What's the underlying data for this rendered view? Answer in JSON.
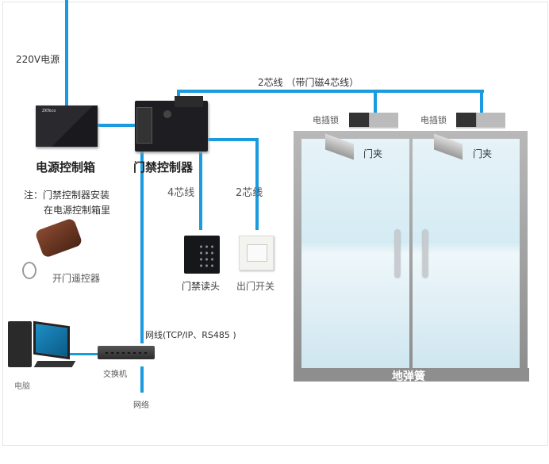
{
  "labels": {
    "power_220v": "220V电源",
    "power_box": "电源控制箱",
    "controller": "门禁控制器",
    "note_line1": "注：门禁控制器安装",
    "note_line2": "在电源控制箱里",
    "remote": "开门遥控器",
    "wire_top": "2芯线 （带门磁4芯线）",
    "wire_4": "4芯线",
    "wire_2": "2芯线",
    "reader": "门禁读头",
    "exit_button": "出门开关",
    "network_cable": "网线(TCP/IP、RS485 )",
    "switch": "交换机",
    "computer": "电脑",
    "network": "网络",
    "lock_1": "电插锁",
    "lock_2": "电插锁",
    "clip_1": "门夹",
    "clip_2": "门夹",
    "floor_spring": "地弹簧",
    "brand": "ZKTeco"
  },
  "colors": {
    "wire": "#1a9be0"
  }
}
